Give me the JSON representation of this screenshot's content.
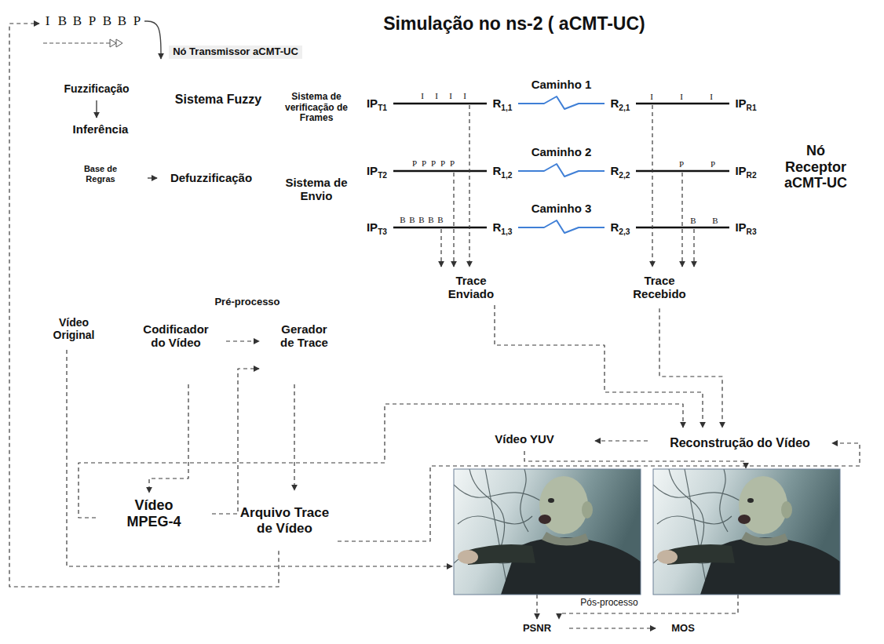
{
  "diagram": {
    "nodes": [
      {
        "text": [
          "Simulação no ns-2 ( aCMT-UC)"
        ]
      },
      {
        "text": [
          "I"
        ],
        "in": 0
      },
      {
        "text": [
          "B"
        ],
        "in": 0
      },
      {
        "text": [
          "B"
        ],
        "in": 0
      },
      {
        "text": [
          "P"
        ],
        "in": 0
      },
      {
        "text": [
          "B"
        ],
        "in": 0
      },
      {
        "text": [
          "B"
        ],
        "in": 0
      },
      {
        "text": [
          "P"
        ],
        "in": 0
      },
      {
        "text": [
          "Nó Transmissor aCMT-UC"
        ],
        "in": 0
      },
      {
        "text": [
          "Sistema Fuzzy"
        ],
        "in": 8
      },
      {
        "text": [
          "Fuzzificação"
        ],
        "in": 9
      },
      {
        "text": [
          "Inferência"
        ],
        "in": 9
      },
      {
        "text": [
          "Base de Regras"
        ],
        "in": 11
      },
      {
        "text": [
          "Defuzzificação"
        ],
        "in": 9
      },
      {
        "text": [
          "Sistema de verificação de Frames"
        ],
        "in": 8
      },
      {
        "text": [
          "Sistema de Envio"
        ],
        "in": 8
      },
      {
        "text": [
          "IP",
          "T1"
        ],
        "in": 0
      },
      {
        "text": [
          "I"
        ],
        "in": 0
      },
      {
        "text": [
          "I"
        ],
        "in": 0
      },
      {
        "text": [
          "I"
        ],
        "in": 0
      },
      {
        "text": [
          "I"
        ],
        "in": 0
      },
      {
        "text": [
          "R",
          "1,1"
        ],
        "in": 0
      },
      {
        "text": [
          "R",
          "2,1"
        ],
        "in": 0
      },
      {
        "text": [
          "I"
        ],
        "in": 0
      },
      {
        "text": [
          "I"
        ],
        "in": 0
      },
      {
        "text": [
          "I"
        ],
        "in": 0
      },
      {
        "text": [
          "IP",
          "R1"
        ],
        "in": 0
      },
      {
        "text": [
          "IP",
          "T2"
        ],
        "in": 0
      },
      {
        "text": [
          "P"
        ],
        "in": 0
      },
      {
        "text": [
          "P"
        ],
        "in": 0
      },
      {
        "text": [
          "P"
        ],
        "in": 0
      },
      {
        "text": [
          "P"
        ],
        "in": 0
      },
      {
        "text": [
          "P"
        ],
        "in": 0
      },
      {
        "text": [
          "R",
          "1,2"
        ],
        "in": 0
      },
      {
        "text": [
          "R",
          "2,2"
        ],
        "in": 0
      },
      {
        "text": [
          "P"
        ],
        "in": 0
      },
      {
        "text": [
          "P"
        ],
        "in": 0
      },
      {
        "text": [
          "IP",
          "R2"
        ],
        "in": 0
      },
      {
        "text": [
          "IP",
          "T3"
        ],
        "in": 0
      },
      {
        "text": [
          "B"
        ],
        "in": 0
      },
      {
        "text": [
          "B"
        ],
        "in": 0
      },
      {
        "text": [
          "B"
        ],
        "in": 0
      },
      {
        "text": [
          "B"
        ],
        "in": 0
      },
      {
        "text": [
          "B"
        ],
        "in": 0
      },
      {
        "text": [
          "R",
          "1,3"
        ],
        "in": 0
      },
      {
        "text": [
          "R",
          "2,3"
        ],
        "in": 0
      },
      {
        "text": [
          "B"
        ],
        "in": 0
      },
      {
        "text": [
          "B"
        ],
        "in": 0
      },
      {
        "text": [
          "IP",
          "R3"
        ],
        "in": 0
      },
      {
        "text": [
          "Nó Receptor aCMT-UC"
        ],
        "in": 0
      },
      {
        "text": [
          "Trace Enviado"
        ]
      },
      {
        "text": [
          "Trace Recebido"
        ]
      },
      {
        "text": [
          "Vídeo Original"
        ]
      },
      {
        "text": [
          "Pré-processo"
        ]
      },
      {
        "text": [
          "Codificador do Vídeo"
        ],
        "in": 53
      },
      {
        "text": [
          "Gerador de Trace"
        ],
        "in": 53
      },
      {
        "text": [
          "Vídeo MPEG-4"
        ]
      },
      {
        "text": [
          "Arquivo Trace de Vídeo"
        ]
      },
      {
        "text": [
          "Pós-processo"
        ]
      },
      {
        "text": [
          "Vídeo YUV"
        ],
        "in": 58
      },
      {
        "text": [
          "Reconstrução do Vídeo"
        ],
        "in": 58
      },
      {
        "text": [
          "PSNR"
        ],
        "in": 58
      },
      {
        "text": [
          "MOS"
        ],
        "in": 58
      }
    ],
    "edges": [
      {
        "from": 7,
        "to": 8,
        "arrow": "to"
      },
      {
        "from": 10,
        "to": 11,
        "arrow": "to"
      },
      {
        "from": 11,
        "to": 13,
        "arrow": "to"
      },
      {
        "from": 16,
        "to": 21,
        "arrow": "none"
      },
      {
        "from": 21,
        "to": 22,
        "label": "Caminho 1",
        "arrow": "none"
      },
      {
        "from": 22,
        "to": 26,
        "arrow": "none"
      },
      {
        "from": 27,
        "to": 33,
        "arrow": "none"
      },
      {
        "from": 33,
        "to": 34,
        "label": "Caminho 2",
        "arrow": "none"
      },
      {
        "from": 34,
        "to": 37,
        "arrow": "none"
      },
      {
        "from": 38,
        "to": 44,
        "arrow": "none"
      },
      {
        "from": 44,
        "to": 45,
        "label": "Caminho 3",
        "arrow": "none"
      },
      {
        "from": 45,
        "to": 48,
        "arrow": "none"
      },
      {
        "from": 20,
        "to": 50,
        "arrow": "to"
      },
      {
        "from": 32,
        "to": 50,
        "arrow": "to"
      },
      {
        "from": 43,
        "to": 50,
        "arrow": "to"
      },
      {
        "from": 23,
        "to": 51,
        "arrow": "to"
      },
      {
        "from": 35,
        "to": 51,
        "arrow": "to"
      },
      {
        "from": 46,
        "to": 51,
        "arrow": "to"
      },
      {
        "from": 57,
        "to": 1,
        "arrow": "to"
      },
      {
        "from": 54,
        "to": 55,
        "arrow": "to"
      },
      {
        "from": 54,
        "to": 56,
        "arrow": "to"
      },
      {
        "from": 56,
        "to": 55,
        "arrow": "to"
      },
      {
        "from": 55,
        "to": 57,
        "arrow": "to"
      },
      {
        "from": 56,
        "to": 60,
        "arrow": "to"
      },
      {
        "from": 50,
        "to": 60,
        "arrow": "to"
      },
      {
        "from": 51,
        "to": 60,
        "arrow": "to"
      },
      {
        "from": 57,
        "to": 60,
        "arrow": "to"
      },
      {
        "from": 60,
        "to": 59,
        "arrow": "to"
      },
      {
        "from": 61,
        "to": 62,
        "arrow": "to"
      }
    ]
  }
}
